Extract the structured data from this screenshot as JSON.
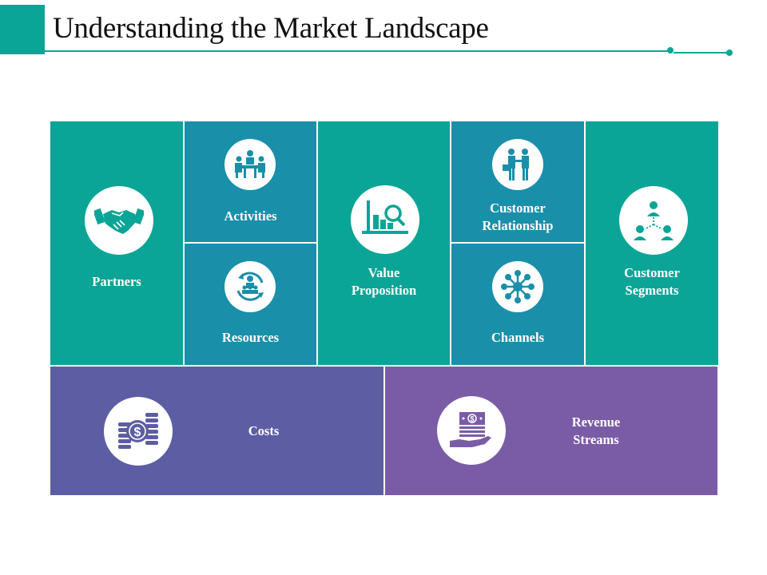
{
  "title": "Understanding the Market Landscape",
  "colors": {
    "teal": "#0aa596",
    "blue": "#1a8fa9",
    "indigo": "#5d5da4",
    "violet": "#7a5ca6"
  },
  "blocks": {
    "partners": {
      "label": "Partners",
      "icon": "handshake-icon"
    },
    "activities": {
      "label": "Activities",
      "icon": "meeting-icon"
    },
    "resources": {
      "label": "Resources",
      "icon": "team-cycle-icon"
    },
    "value_proposition": {
      "line1": "Value",
      "line2": "Proposition",
      "icon": "chart-search-icon"
    },
    "customer_relationship": {
      "line1": "Customer",
      "line2": "Relationship",
      "icon": "business-handshake-icon"
    },
    "channels": {
      "label": "Channels",
      "icon": "network-icon"
    },
    "customer_segments": {
      "line1": "Customer",
      "line2": "Segments",
      "icon": "user-hierarchy-icon"
    },
    "costs": {
      "label": "Costs",
      "icon": "coins-icon"
    },
    "revenue_streams": {
      "line1": "Revenue",
      "line2": "Streams",
      "icon": "money-hand-icon"
    }
  }
}
